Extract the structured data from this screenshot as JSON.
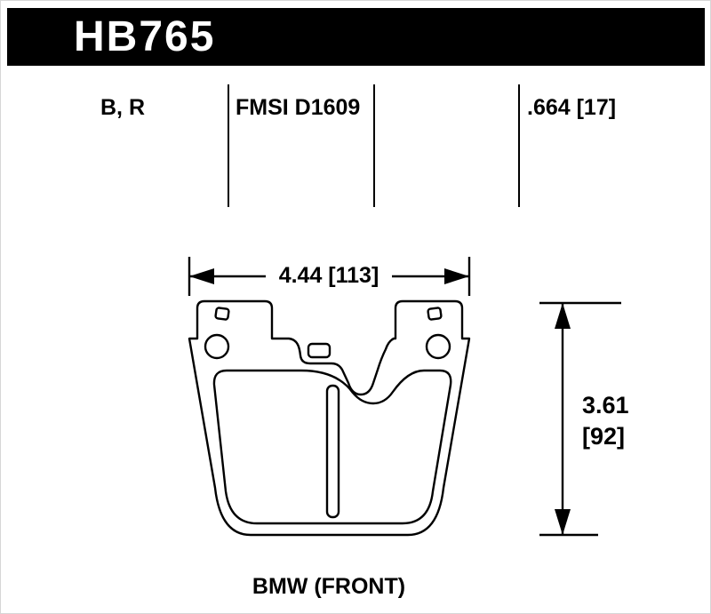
{
  "header": {
    "part_number": "HB765"
  },
  "spec_row": {
    "compound_codes": "B, R",
    "fmsi": "FMSI D1609",
    "pad_thickness": ".664 [17]"
  },
  "dimensions": {
    "width_label": "4.44 [113]",
    "height_value": "3.61",
    "height_metric": "[92]"
  },
  "application": "BMW (FRONT)",
  "colors": {
    "header_bg": "#000000",
    "header_text": "#ffffff",
    "line_color": "#000000",
    "canvas_bg": "#ffffff"
  },
  "icons": {
    "width_arrow": "horizontal-double-arrow",
    "height_arrow": "vertical-double-arrow"
  }
}
